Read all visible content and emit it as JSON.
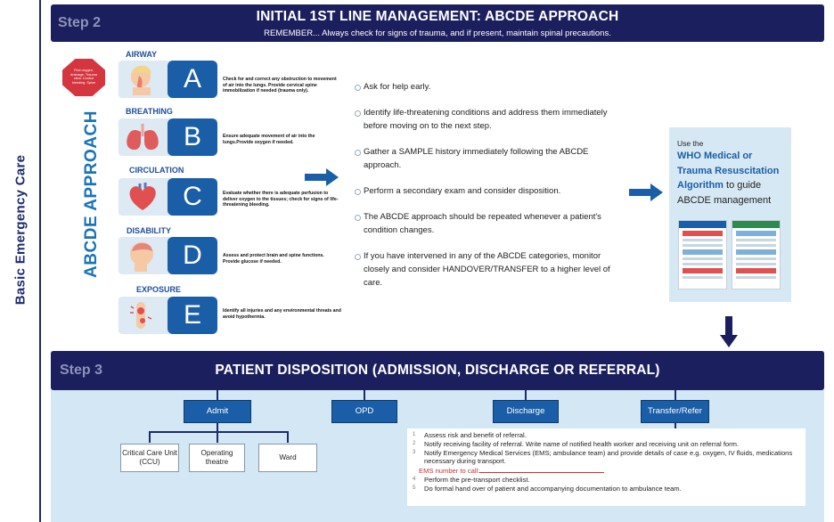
{
  "side_label": "Basic  Emergency Care",
  "step2": {
    "tag": "Step 2",
    "title": "INITIAL 1ST LINE MANAGEMENT: ABCDE APPROACH",
    "subtitle": "REMEMBER... Always check for signs of trauma, and if present, maintain spinal precautions.",
    "stop_sign_text": "First oxygen, drainage. Trauma clear. Control bleeding. Spine",
    "approach_label": "ABCDE APPROACH",
    "categories": [
      {
        "name": "AIRWAY",
        "letter": "A",
        "desc": "Check for and correct any obstruction to movement of air into the lungs. Provide cervical spine immobilization if needed (trauma only)."
      },
      {
        "name": "BREATHING",
        "letter": "B",
        "desc": "Ensure adequate movement of air into the lungs.Provide oxygen if needed."
      },
      {
        "name": "CIRCULATION",
        "letter": "C",
        "desc": "Evaluate whether there is adequate perfusion to deliver oxygen to the tissues; check for signs of life-threatening bleeding."
      },
      {
        "name": "DISABILITY",
        "letter": "D",
        "desc": "Assess and protect brain and spine functions. Provide glucose if needed."
      },
      {
        "name": "EXPOSURE",
        "letter": "E",
        "desc": "Identify all injuries and any environmental threats and avoid hypothermia."
      }
    ],
    "bullets": [
      "Ask for help early.",
      "Identify life-threatening conditions and address them immediately before moving on to the next step.",
      "Gather a SAMPLE history immediately following the ABCDE approach.",
      "Perform a secondary exam and consider disposition.",
      "The ABCDE approach should be repeated whenever a patient's condition changes.",
      "If you have intervened in any of the ABCDE categories, monitor closely and consider HANDOVER/TRANSFER to a higher level of care."
    ],
    "who_box": {
      "use_the": "Use the",
      "link_text": "WHO Medical or Trauma Resuscitation Algorithm",
      "rest": "to guide ABCDE management"
    }
  },
  "step3": {
    "tag": "Step 3",
    "title": "PATIENT DISPOSITION (ADMISSION, DISCHARGE OR REFERRAL)",
    "options": [
      "Admit",
      "OPD",
      "Discharge",
      "Transfer/Refer"
    ],
    "admit_units": [
      "Critical Care Unit (CCU)",
      "Operating theatre",
      "Ward"
    ],
    "transfer_steps": [
      {
        "num": "1",
        "text": "Assess risk and benefit of referral."
      },
      {
        "num": "2",
        "text": "Notify receiving facility of referral. Write name of notified health worker and receiving unit on referral form."
      },
      {
        "num": "3",
        "text": "Notify Emergency Medical Services (EMS; ambulance team) and provide details of case e.g. oxygen, IV fluids, medications necessary during transport."
      },
      {
        "num": "4",
        "text": "Perform the pre-transport checklist."
      },
      {
        "num": "5",
        "text": "Do formal hand over of patient and accompanying documentation to ambulance team."
      }
    ],
    "ems_label": "EMS number to call:"
  },
  "colors": {
    "navy": "#1c1f5e",
    "accent_blue": "#1a5ea7",
    "light_blue": "#d4e7f4",
    "stop_red": "#d4353e"
  }
}
